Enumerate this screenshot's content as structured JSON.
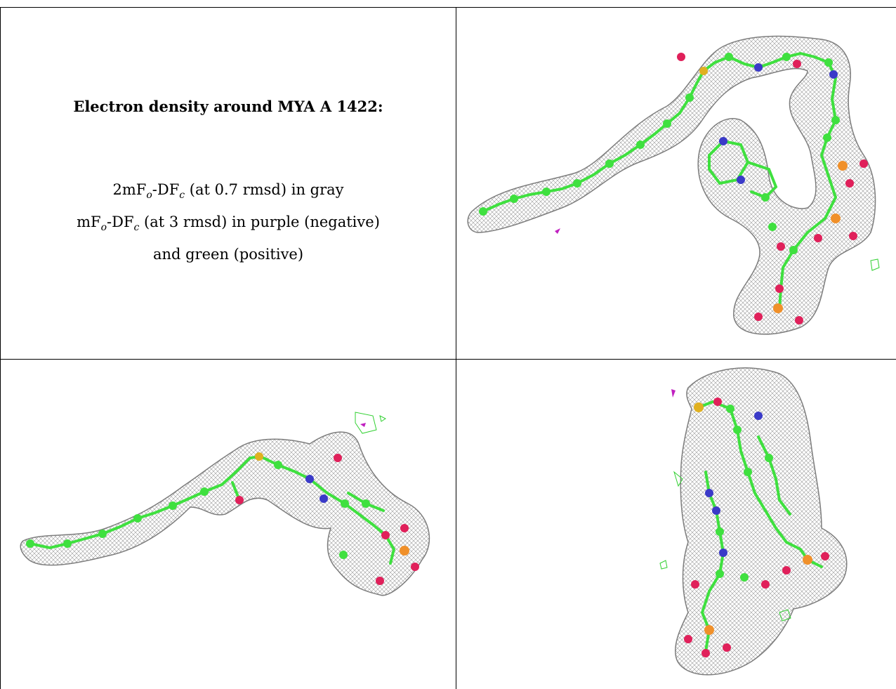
{
  "panel_title": "Electron density around MYA A 1422:",
  "legend": {
    "line1_a": "2mF",
    "line1_sub_o": "o",
    "line1_b": "-DF",
    "line1_sub_c": "c",
    "line1_c": " (at 0.7 rmsd) in gray",
    "line2_a": "mF",
    "line2_sub_o": "o",
    "line2_b": "-DF",
    "line2_sub_c": "c",
    "line2_c": " (at 3 rmsd) in purple (negative)",
    "line3": "and green (positive)"
  },
  "colors": {
    "mesh": "#8a8a8a",
    "carbon": "#3fe03f",
    "oxygen": "#e0205a",
    "nitrogen": "#3a3ac8",
    "phosphorus": "#f0902a",
    "sulfur": "#e0b020",
    "negative_density": "#c020c0",
    "positive_density": "#30d030"
  }
}
